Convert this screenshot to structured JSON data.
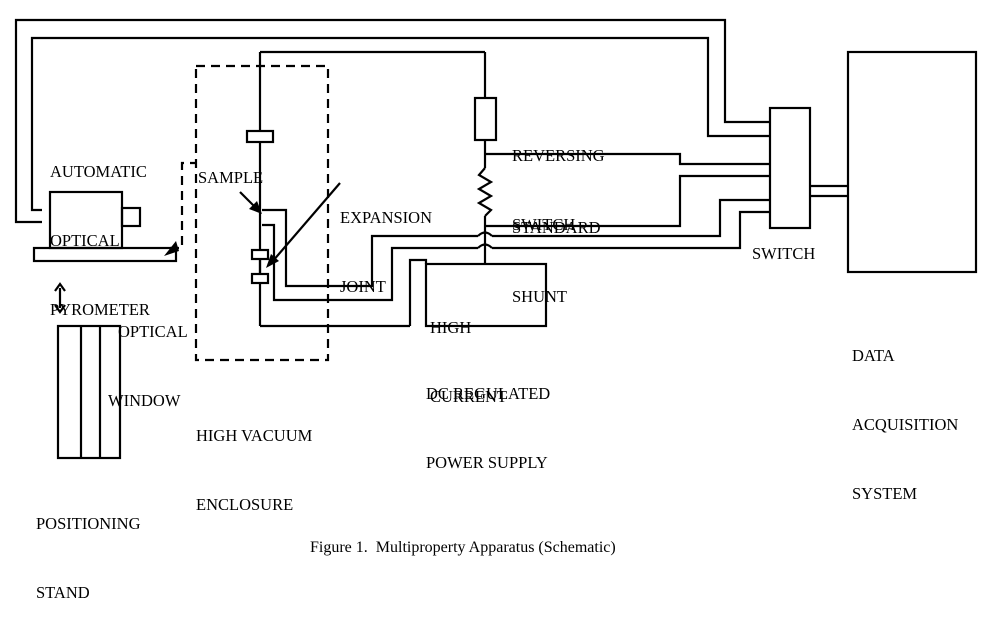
{
  "labels": {
    "pyrometer": [
      "AUTOMATIC",
      "OPTICAL",
      "PYROMETER"
    ],
    "sample": "SAMPLE",
    "expansion_joint": [
      "EXPANSION",
      "JOINT"
    ],
    "reversing_switch": [
      "REVERSING",
      "SWITCH"
    ],
    "standard_shunt": [
      "STANDARD",
      "SHUNT"
    ],
    "high_current": [
      "HIGH",
      "CURRENT"
    ],
    "power_supply": [
      "DC REGULATED",
      "POWER SUPPLY"
    ],
    "optical_window": [
      "OPTICAL",
      "WINDOW"
    ],
    "vacuum_enclosure": [
      "HIGH VACUUM",
      "ENCLOSURE"
    ],
    "switch": "SWITCH",
    "data_acquisition": [
      "DATA",
      "ACQUISITION",
      "SYSTEM"
    ],
    "positioning_stand": [
      "POSITIONING",
      "STAND"
    ]
  },
  "caption": "Figure 1.  Multiproperty Apparatus (Schematic)"
}
